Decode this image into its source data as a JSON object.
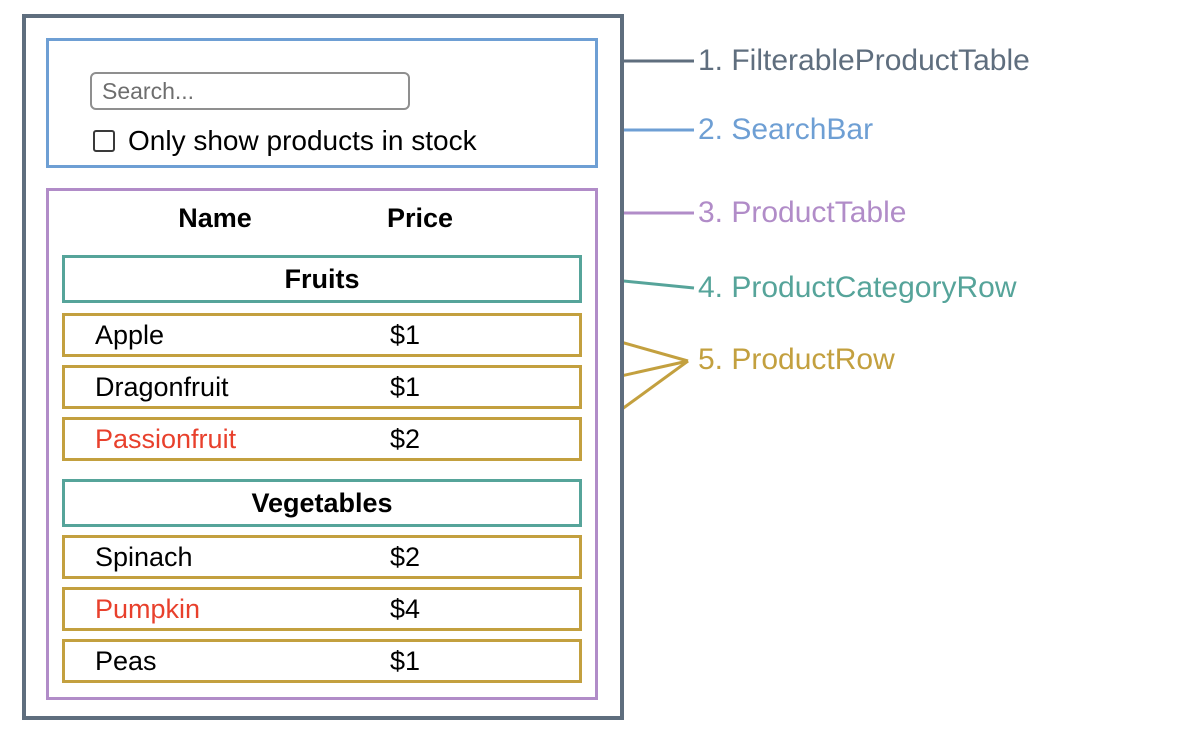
{
  "colors": {
    "filterable_product_table": "#5f6e7e",
    "search_bar": "#6e9fd4",
    "product_table": "#b18cc8",
    "product_category_row": "#56a49a",
    "product_row": "#c3a03f",
    "out_of_stock": "#e8402c"
  },
  "search_bar": {
    "placeholder": "Search...",
    "checkbox_label": "Only show products in stock",
    "checkbox_checked": false
  },
  "table": {
    "columns": [
      "Name",
      "Price"
    ],
    "sections": [
      {
        "category": "Fruits",
        "rows": [
          {
            "name": "Apple",
            "price": "$1",
            "in_stock": true
          },
          {
            "name": "Dragonfruit",
            "price": "$1",
            "in_stock": true
          },
          {
            "name": "Passionfruit",
            "price": "$2",
            "in_stock": false,
            "name_color": "#e8402c"
          }
        ]
      },
      {
        "category": "Vegetables",
        "rows": [
          {
            "name": "Spinach",
            "price": "$2",
            "in_stock": true
          },
          {
            "name": "Pumpkin",
            "price": "$4",
            "in_stock": false,
            "name_color": "#e8402c"
          },
          {
            "name": "Peas",
            "price": "$1",
            "in_stock": true
          }
        ]
      }
    ]
  },
  "legend": [
    {
      "text": "1. FilterableProductTable"
    },
    {
      "text": "2. SearchBar"
    },
    {
      "text": "3. ProductTable"
    },
    {
      "text": "4. ProductCategoryRow"
    },
    {
      "text": "5. ProductRow"
    }
  ]
}
